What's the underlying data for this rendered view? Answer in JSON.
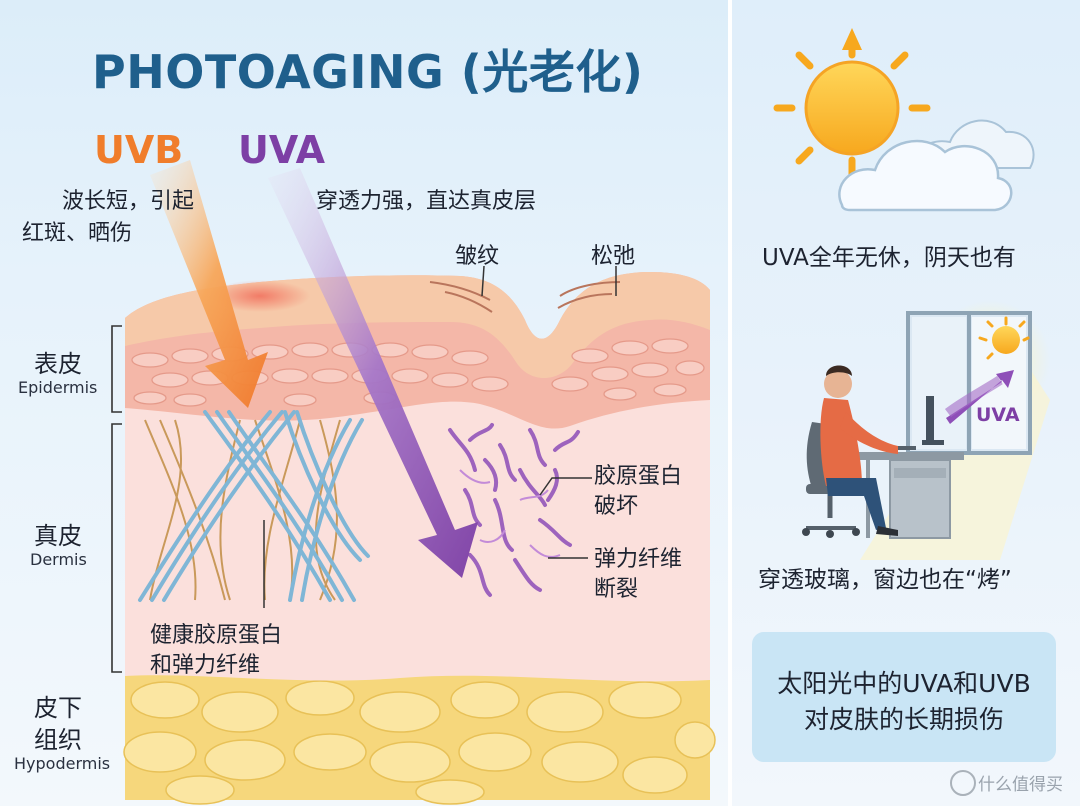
{
  "title": "PHOTOAGING (光老化)",
  "uvb": {
    "label": "UVB",
    "desc_line1": "波长短，引起",
    "desc_line2": "红斑、晒伤",
    "color": "#f07d2b"
  },
  "uva": {
    "label": "UVA",
    "desc": "穿透力强，直达真皮层",
    "color": "#7d3fa5"
  },
  "skin_callouts": {
    "wrinkle": "皱纹",
    "sagging": "松弛",
    "collagen_damage_line1": "胶原蛋白",
    "collagen_damage_line2": "破坏",
    "elastin_break_line1": "弹力纤维",
    "elastin_break_line2": "断裂",
    "healthy_line1": "健康胶原蛋白",
    "healthy_line2": "和弹力纤维"
  },
  "layers": {
    "epidermis_cn": "表皮",
    "epidermis_en": "Epidermis",
    "dermis_cn": "真皮",
    "dermis_en": "Dermis",
    "hypodermis_cn_line1": "皮下",
    "hypodermis_cn_line2": "组织",
    "hypodermis_en": "Hypodermis"
  },
  "right_panel": {
    "weather_caption": "UVA全年无休，阴天也有",
    "window_uva_label": "UVA",
    "window_caption": "穿透玻璃，窗边也在“烤”",
    "summary": "太阳光中的UVA和UVB\n对皮肤的长期损伤"
  },
  "watermark": "什么值得买",
  "colors": {
    "title": "#1f5f8c",
    "epidermis": "#f2b2a6",
    "dermis": "#f9d9d6",
    "hypodermis": "#f6d77c",
    "collagen_blue": "#7fb6d6",
    "elastin_tan": "#c9995a"
  }
}
